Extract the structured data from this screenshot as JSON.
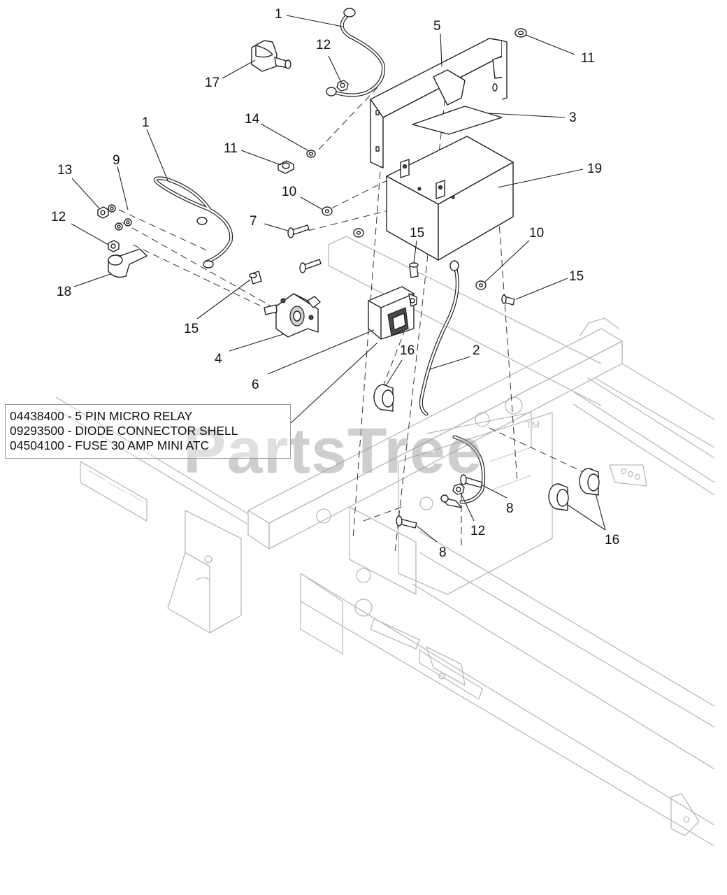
{
  "watermark": {
    "text": "PartsTree",
    "trademark": "TM"
  },
  "callouts": [
    "1",
    "5",
    "12",
    "11",
    "17",
    "3",
    "14",
    "11",
    "1",
    "19",
    "13",
    "9",
    "10",
    "12",
    "7",
    "15",
    "10",
    "18",
    "15",
    "15",
    "4",
    "2",
    "6",
    "16",
    "8",
    "12",
    "16",
    "8"
  ],
  "legend": {
    "lines": [
      "04438400 - 5 PIN MICRO RELAY",
      "09293500 - DIODE CONNECTOR SHELL",
      "04504100 - FUSE 30 AMP MINI ATC"
    ]
  }
}
